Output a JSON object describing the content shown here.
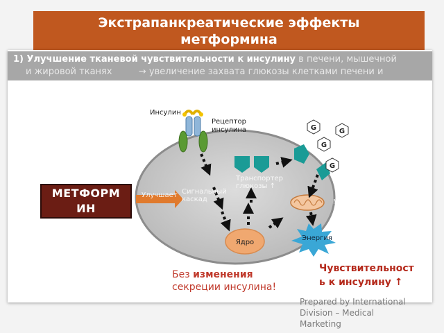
{
  "header": {
    "title_line1": "Экстрапанкреатические эффекты",
    "title_line2": "метформина"
  },
  "subheader": {
    "line1_bold": "1) Улучшение тканевой чувствительности к инсулину",
    "line1_rest": " в печени, мышечной",
    "line2_a": "и жировой тканях",
    "line2_arrow": "→",
    "line2_b": " увеличение захвата глюкозы клетками печени и"
  },
  "diagram": {
    "insulin_label": "Инсулин",
    "receptor_label_line1": "Рецептор",
    "receptor_label_line2": "инсулина",
    "transporter_label_line1": "Транспортер",
    "transporter_label_line2": "глюкозы ↑",
    "signal_label_line1": "Сигнальный",
    "signal_label_line2": "каскад",
    "improves_label": "Улучшает",
    "nucleus_label": "Ядро",
    "energy_label": "Энергия",
    "mito_letter": "М",
    "glucose_symbol": "G"
  },
  "metformin_box": {
    "line1": "МЕТФОРМ",
    "line2": "ИН"
  },
  "bottom_left": {
    "line1_a": "Без ",
    "line1_b": "изменения",
    "line2": "секреции инсулина!"
  },
  "bottom_right": {
    "line1": "Чувствительност",
    "line2": "ь к инсулину ↑"
  },
  "footer": {
    "line1": "Prepared by International",
    "line2": "Division – Medical",
    "line3": "Marketing"
  },
  "colors": {
    "title_bar": "#c0581f",
    "subheader_bar": "#a7a7a7",
    "metformin_box": "#6b1d14",
    "cell": "#cfcfcf",
    "receptor": "#5a9a33",
    "transporter": "#1a9b96",
    "nucleus": "#f0a870",
    "energy": "#3aa7d6",
    "accent_text": "#c0392b"
  }
}
